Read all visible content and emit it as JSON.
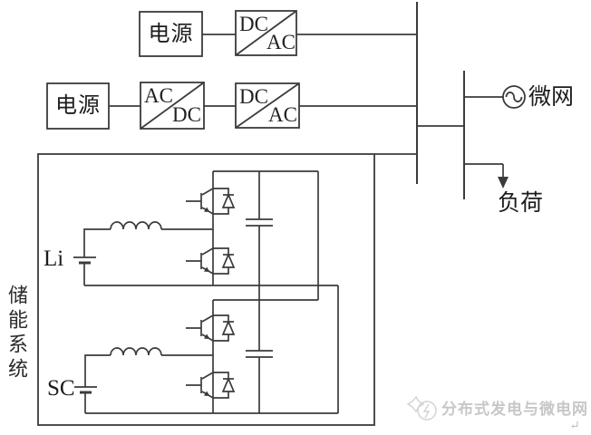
{
  "blocks": {
    "source1": "电源",
    "source2": "电源",
    "converter_row1": {
      "top": "DC",
      "bottom": "AC"
    },
    "converter_row2a": {
      "top": "AC",
      "bottom": "DC"
    },
    "converter_row2b": {
      "top": "DC",
      "bottom": "AC"
    }
  },
  "labels": {
    "grid": "微网",
    "load": "负荷",
    "storage_system": "储能系统",
    "battery_li": "Li",
    "battery_sc": "SC"
  },
  "icons": {
    "ac_source": "ac-source-icon",
    "load_arrow": "down-arrow-icon",
    "igbt": "igbt-icon",
    "battery": "battery-icon",
    "inductor": "inductor-icon",
    "capacitor": "capacitor-icon"
  },
  "watermark": {
    "text": "分布式发电与微电网",
    "return_mark": "↵"
  },
  "colors": {
    "line": "#3b3b3b",
    "text": "#1c1c1c",
    "watermark": "#c7c7c7",
    "background": "#ffffff"
  }
}
